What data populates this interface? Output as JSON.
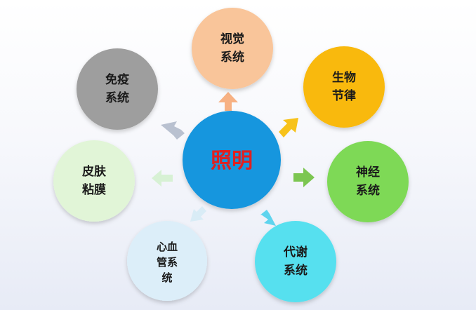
{
  "center": {
    "label": "照明",
    "color": "#1296de"
  },
  "nodes": [
    {
      "id": "vision",
      "lines": [
        "视觉",
        "系统"
      ],
      "color": "#f9c59a",
      "arrow_color": "#f7b183"
    },
    {
      "id": "biorhythm",
      "lines": [
        "生物",
        "节律"
      ],
      "color": "#f9b90c",
      "arrow_color": "#f7c21a"
    },
    {
      "id": "nervous",
      "lines": [
        "神经",
        "系统"
      ],
      "color": "#7ed957",
      "arrow_color": "#7cc651"
    },
    {
      "id": "metabolism",
      "lines": [
        "代谢",
        "系统"
      ],
      "color": "#56e0ef",
      "arrow_color": "#5fd4ee"
    },
    {
      "id": "cardiovascular",
      "lines": [
        "心血",
        "管系",
        "统"
      ],
      "color": "#dceef9",
      "arrow_color": "#d9ecf6"
    },
    {
      "id": "skin",
      "lines": [
        "皮肤",
        "粘膜"
      ],
      "color": "#e1f5d7",
      "arrow_color": "#d7f1d4"
    },
    {
      "id": "immune",
      "lines": [
        "免疫",
        "系统"
      ],
      "color": "#9e9e9e",
      "arrow_color": "#b9c1d0"
    }
  ]
}
